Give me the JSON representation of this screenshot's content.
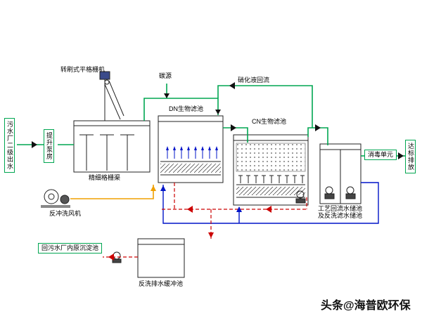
{
  "diagram": {
    "labels": {
      "screen_machine": "转刷式平格栅机",
      "carbon_source": "碳源",
      "nitrified_return": "硝化液回流",
      "influent": "污水厂二级出水",
      "pump_house": "提升泵房",
      "fine_screen_channel": "精细格栅渠",
      "dn_filter": "DN生物滤池",
      "cn_filter": "CN生物滤池",
      "disinfection_unit": "消毒单元",
      "discharge": "达标排放",
      "storage_tank_line1": "工艺回流水储池",
      "storage_tank_line2": "及反洗滤水储池",
      "backwash_blower": "反冲洗风机",
      "return_to_sedimentation": "回污水厂内原沉淀池",
      "backwash_buffer_tank": "反洗排水缓冲池"
    },
    "watermark": "头条@海普欧环保",
    "colors": {
      "main_flow_green": "#00a651",
      "backwash_blue": "#0014c8",
      "drain_red": "#cc0000",
      "air_orange": "#f0a000",
      "label_border_green": "#00a651"
    }
  }
}
